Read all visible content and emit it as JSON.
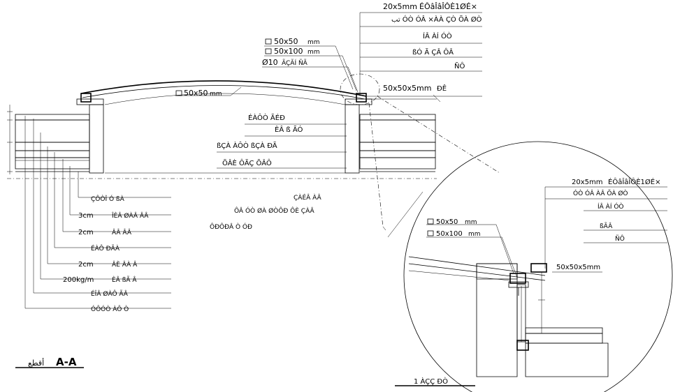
{
  "section": {
    "title_letters": "A-A",
    "title_word": "أقطع"
  },
  "top_labels": {
    "steel_flat": "20x5mm",
    "steel_flat_code": "ÉÔâÎâÎÔÈ1ØÉ×",
    "line2": "تب ÓÒ ÓÂ ×ÀÀ ÇÒ ÕÀ ØÒ",
    "line3": "ÍÂ ÀÍ ÓÒ",
    "line4": "ßÓ Ã ÇÂ ÔÂ",
    "line5": "ÑÔ",
    "angle": "50x50x5mm",
    "angle_word": "ÐÊ"
  },
  "profiles": {
    "p1": "50x50",
    "p1_unit": "mm",
    "p2": "50x100",
    "p2_unit": "mm",
    "rod": "Ø10",
    "rod_text": "ÃÇÃÍ ÑÃ"
  },
  "dome_profile": {
    "size": "50x50",
    "unit": "mm"
  },
  "center_notes": {
    "n1": "ÉÀÔÒ ÃÉÐ",
    "n2": "ÈÂ ß ÃÓ",
    "n3": "ßÇÀ ÀÔÒ ßÇÀ ÐÃ",
    "n4": "ÕÂÈ ÔÃÇ ÕÂÔ"
  },
  "lower_notes": {
    "a1": "ÇÀÉÂ ÀÂ",
    "a2": "ÔÂ ÓÒ ØÀ ØÒÔÐ ÔÈ ÇÀÂ",
    "a3": "ÔÐÔÐÂ Ò ÓÐ"
  },
  "layers": [
    {
      "size": "",
      "text": "ÇÔÒÎ Ó ßÀ"
    },
    {
      "size": "3cm",
      "text": "ÎÈÂ ØÀÂ ÂÂ"
    },
    {
      "size": "2cm",
      "text": "ÂÂ ÂÂ"
    },
    {
      "size": "",
      "text": "ÉÀÔ ÐÃÀ"
    },
    {
      "size": "2cm",
      "text": "ÂÈ ÂÀ Â"
    },
    {
      "size": "200kg/m",
      "text": "ÈÂ ßÃ Â"
    },
    {
      "size": "",
      "text": "ÉÎÂ ØÀÔ ÃÂ"
    },
    {
      "size": "",
      "text": "ÓÔÓÒ ÀÔ Ò"
    }
  ],
  "detail": {
    "flat": "20x5mm",
    "flat_code": "ÉÔâÎâÎÔÈ1ØÉ×",
    "line2": "ÓÒ ÓÂ ÀÂ ÕÀ ØÒ",
    "line3": "ÍÂ ÀÍ ÓÒ",
    "line4": "ßÃÂ",
    "line5": "ÑÔ",
    "p1": "50x50",
    "p1_unit": "mm",
    "p2": "50x100",
    "p2_unit": "mm",
    "angle": "50x50x5mm",
    "caption": "1 ÀÇÇ ÐÒ"
  }
}
